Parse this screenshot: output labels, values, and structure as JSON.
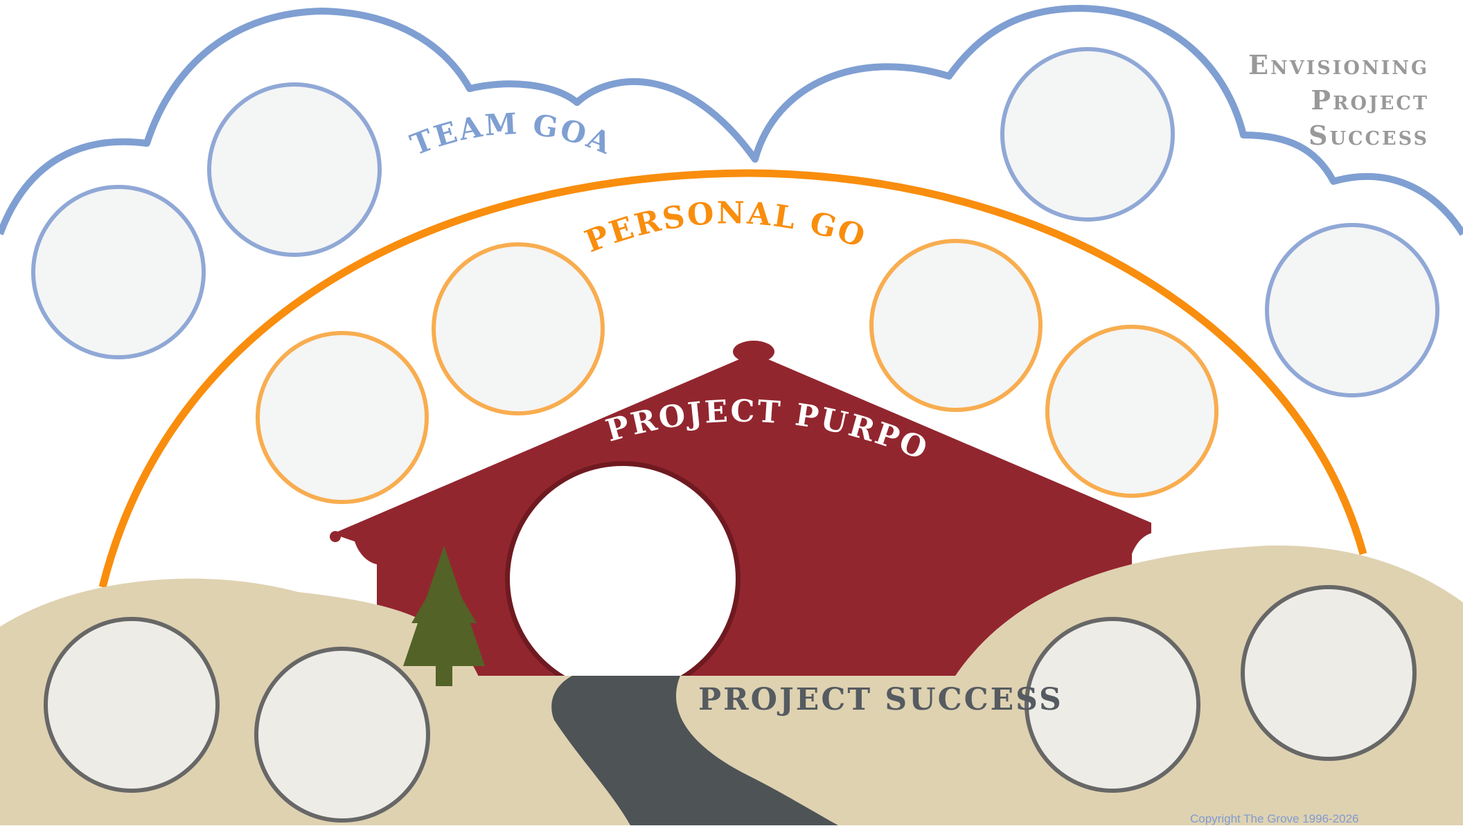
{
  "title": {
    "lines": [
      "Envisioning",
      "Project",
      "Success"
    ]
  },
  "labels": {
    "team_goal": "TEAM GOAL",
    "personal_goal": "PERSONAL GOAL",
    "project_purpose": "PROJECT PURPOSE",
    "project_success": "PROJECT SUCCESS"
  },
  "copyright": "Copyright The Grove 1996-2026",
  "colors": {
    "cloud": "#7f9fd2",
    "cloud_circle": "#90a8d6",
    "rainbow": "#f98d0d",
    "personal_circle": "#f8ad4f",
    "barn": "#92262f",
    "barn_dark": "#6e1a20",
    "hills": "#dfd2b1",
    "road": "#4e5356",
    "tree": "#536226",
    "ground_circle": "#676767",
    "title_gray": "#999999"
  }
}
